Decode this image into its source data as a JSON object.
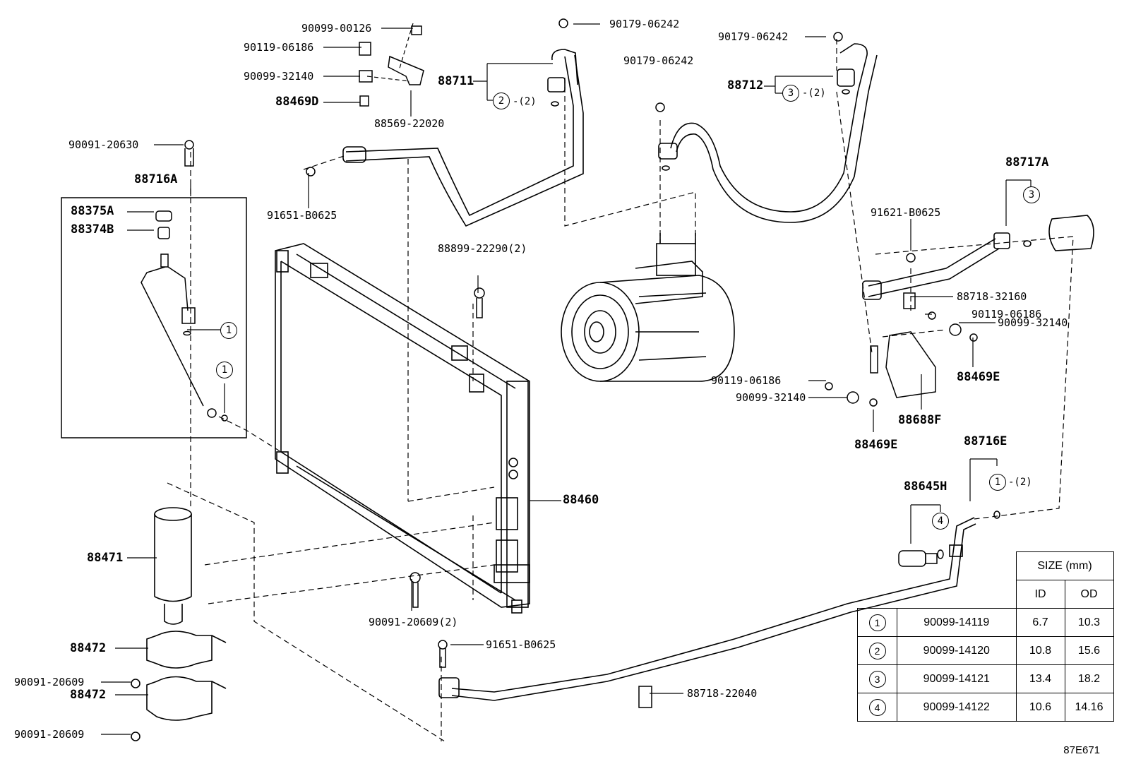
{
  "parts": {
    "p1": "90099-00126",
    "p2": "90119-06186",
    "p3": "90099-32140",
    "p4": "88469D",
    "p5": "88569-22020",
    "p6": "88711",
    "p7": "90179-06242",
    "p8": "90179-06242",
    "p9": "90179-06242",
    "p10": "88712",
    "p11": "90091-20630",
    "p12": "88716A",
    "p13": "88375A",
    "p14": "88374B",
    "p15": "91651-B0625",
    "p16": "88899-22290(2)",
    "p17": "88717A",
    "p18": "91621-B0625",
    "p19": "88718-32160",
    "p20": "90119-06186",
    "p21": "90099-32140",
    "p22": "88469E",
    "p23": "90119-06186",
    "p24": "90099-32140",
    "p25": "88688F",
    "p26": "88469E",
    "p27": "88716E",
    "p28": "88645H",
    "p29": "88460",
    "p30": "88471",
    "p31": "90091-20609(2)",
    "p32": "91651-B0625",
    "p33": "88472",
    "p34": "90091-20609",
    "p35": "88472",
    "p36": "90091-20609",
    "p37": "88718-22040"
  },
  "callouts": {
    "c711": "2",
    "c711q": "-(2)",
    "c712": "3",
    "c712q": "-(2)",
    "c716a1": "1",
    "c716a2": "1",
    "c717": "3",
    "c716e": "1",
    "c716eq": "-(2)",
    "c645": "4"
  },
  "size_table": {
    "title": "SIZE (mm)",
    "col_id": "ID",
    "col_od": "OD",
    "rows": [
      {
        "mark": "1",
        "part": "90099-14119",
        "id": "6.7",
        "od": "10.3"
      },
      {
        "mark": "2",
        "part": "90099-14120",
        "id": "10.8",
        "od": "15.6"
      },
      {
        "mark": "3",
        "part": "90099-14121",
        "id": "13.4",
        "od": "18.2"
      },
      {
        "mark": "4",
        "part": "90099-14122",
        "id": "10.6",
        "od": "14.16"
      }
    ]
  },
  "figure_code": "87E671"
}
